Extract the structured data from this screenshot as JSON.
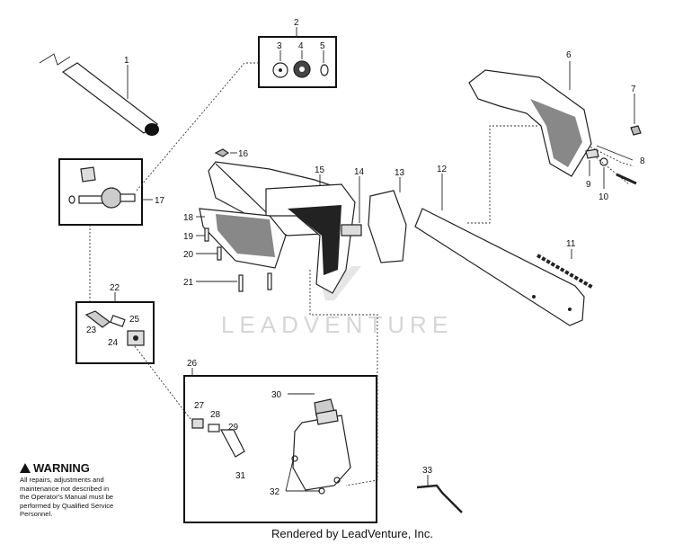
{
  "callouts": [
    {
      "id": "c1",
      "label": "1"
    },
    {
      "id": "c2",
      "label": "2"
    },
    {
      "id": "c3",
      "label": "3"
    },
    {
      "id": "c4",
      "label": "4"
    },
    {
      "id": "c5",
      "label": "5"
    },
    {
      "id": "c6",
      "label": "6"
    },
    {
      "id": "c7",
      "label": "7"
    },
    {
      "id": "c8",
      "label": "8"
    },
    {
      "id": "c9",
      "label": "9"
    },
    {
      "id": "c10",
      "label": "10"
    },
    {
      "id": "c11",
      "label": "11"
    },
    {
      "id": "c12",
      "label": "12"
    },
    {
      "id": "c13",
      "label": "13"
    },
    {
      "id": "c14",
      "label": "14"
    },
    {
      "id": "c15",
      "label": "15"
    },
    {
      "id": "c16",
      "label": "16"
    },
    {
      "id": "c17",
      "label": "17"
    },
    {
      "id": "c18",
      "label": "18"
    },
    {
      "id": "c19",
      "label": "19"
    },
    {
      "id": "c20",
      "label": "20"
    },
    {
      "id": "c21",
      "label": "21"
    },
    {
      "id": "c22",
      "label": "22"
    },
    {
      "id": "c23",
      "label": "23"
    },
    {
      "id": "c24",
      "label": "24"
    },
    {
      "id": "c25",
      "label": "25"
    },
    {
      "id": "c26",
      "label": "26"
    },
    {
      "id": "c27",
      "label": "27"
    },
    {
      "id": "c28",
      "label": "28"
    },
    {
      "id": "c29",
      "label": "29"
    },
    {
      "id": "c30",
      "label": "30"
    },
    {
      "id": "c31",
      "label": "31"
    },
    {
      "id": "c32",
      "label": "32"
    },
    {
      "id": "c33",
      "label": "33"
    }
  ],
  "warning": {
    "title": "WARNING",
    "lines": [
      "All repairs, adjustments and",
      "maintenance not described in",
      "the Operator's Manual must be",
      "performed by Qualified Service",
      "Personnel."
    ]
  },
  "watermark": "LEADVENTURE",
  "footer": "Rendered by LeadVenture, Inc."
}
